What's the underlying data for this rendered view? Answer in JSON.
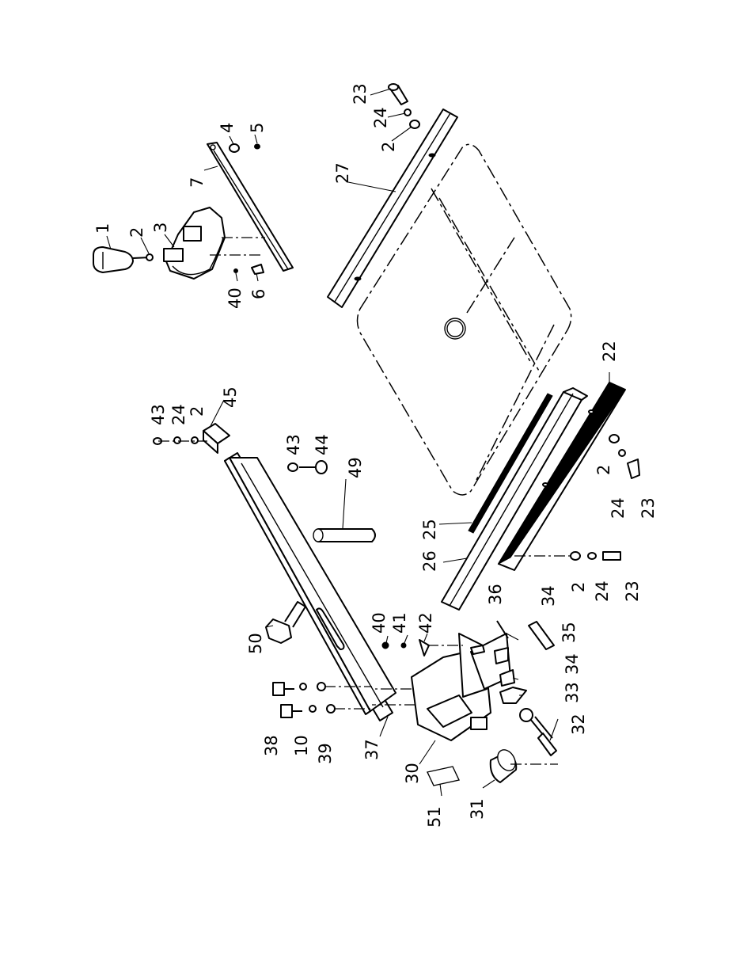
{
  "callouts": [
    {
      "id": "c1",
      "text": "1"
    },
    {
      "id": "c2a",
      "text": "2"
    },
    {
      "id": "c3",
      "text": "3"
    },
    {
      "id": "c4",
      "text": "4"
    },
    {
      "id": "c5",
      "text": "5"
    },
    {
      "id": "c6",
      "text": "6"
    },
    {
      "id": "c7",
      "text": "7"
    },
    {
      "id": "c40a",
      "text": "40"
    },
    {
      "id": "c23a",
      "text": "23"
    },
    {
      "id": "c24a",
      "text": "24"
    },
    {
      "id": "c2b",
      "text": "2"
    },
    {
      "id": "c27",
      "text": "27"
    },
    {
      "id": "c43a",
      "text": "43"
    },
    {
      "id": "c24b",
      "text": "24"
    },
    {
      "id": "c2c",
      "text": "2"
    },
    {
      "id": "c45",
      "text": "45"
    },
    {
      "id": "c43b",
      "text": "43"
    },
    {
      "id": "c44",
      "text": "44"
    },
    {
      "id": "c49",
      "text": "49"
    },
    {
      "id": "c50",
      "text": "50"
    },
    {
      "id": "c22",
      "text": "22"
    },
    {
      "id": "c2d",
      "text": "2"
    },
    {
      "id": "c24c",
      "text": "24"
    },
    {
      "id": "c23b",
      "text": "23"
    },
    {
      "id": "c25",
      "text": "25"
    },
    {
      "id": "c26",
      "text": "26"
    },
    {
      "id": "c2e",
      "text": "2"
    },
    {
      "id": "c24d",
      "text": "24"
    },
    {
      "id": "c23c",
      "text": "23"
    },
    {
      "id": "c40b",
      "text": "40"
    },
    {
      "id": "c41",
      "text": "41"
    },
    {
      "id": "c42",
      "text": "42"
    },
    {
      "id": "c36",
      "text": "36"
    },
    {
      "id": "c34a",
      "text": "34"
    },
    {
      "id": "c35",
      "text": "35"
    },
    {
      "id": "c34b",
      "text": "34"
    },
    {
      "id": "c33",
      "text": "33"
    },
    {
      "id": "c32",
      "text": "32"
    },
    {
      "id": "c38",
      "text": "38"
    },
    {
      "id": "c10",
      "text": "10"
    },
    {
      "id": "c39",
      "text": "39"
    },
    {
      "id": "c37",
      "text": "37"
    },
    {
      "id": "c30",
      "text": "30"
    },
    {
      "id": "c31",
      "text": "31"
    },
    {
      "id": "c51",
      "text": "51"
    }
  ]
}
